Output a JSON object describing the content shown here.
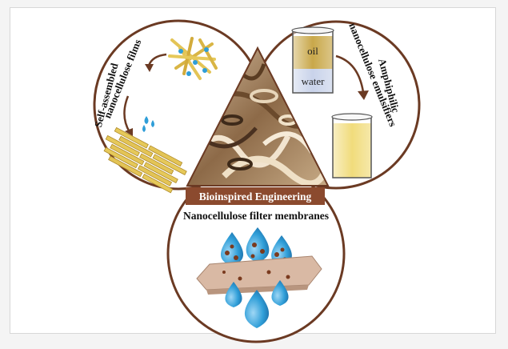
{
  "figure": {
    "center_label": "Bioinspired Engineering",
    "left_section": {
      "title_line1": "Self-assembled",
      "title_line2": "nanocellulose films"
    },
    "right_section": {
      "title_line1": "Amphiphilic",
      "title_line2": "nanocellulose emulsifiers",
      "oil_label": "oil",
      "water_label": "water"
    },
    "bottom_section": {
      "title": "Nanocellulose filter membranes"
    }
  },
  "colors": {
    "circle_stroke": "#6b3a23",
    "label_bg": "#8b4a2e",
    "oil": "#c9a84a",
    "water": "#c9d3ea",
    "emulsion": "#f1dc7c",
    "fiber": "#e3c456",
    "droplet": "#2f9ed8",
    "particle": "#7a3a1e",
    "membrane": "#d9b9a4"
  }
}
